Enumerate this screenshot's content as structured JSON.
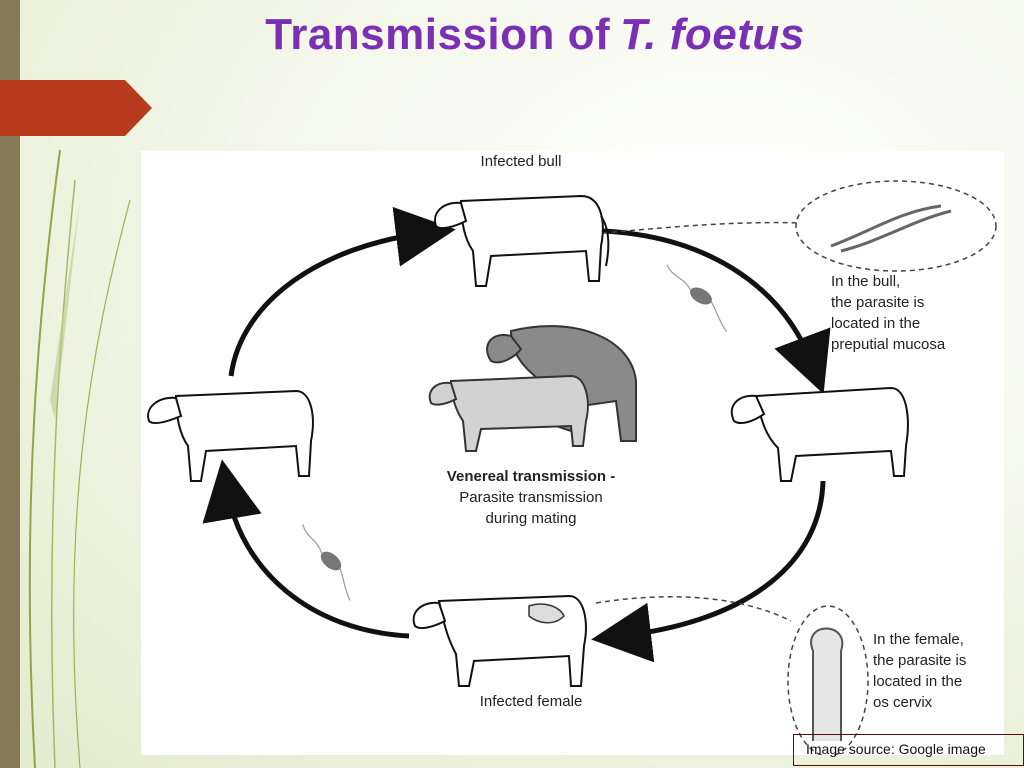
{
  "slide": {
    "title_main": "Transmission of",
    "title_italic": "T. foetus",
    "source": "Image source: Google image"
  },
  "diagram": {
    "infected_bull_label": "Infected bull",
    "bull_note_line1": "In the bull,",
    "bull_note_line2": "the parasite is",
    "bull_note_line3": "located in the",
    "bull_note_line4": "preputial mucosa",
    "center_line1": "Venereal transmission -",
    "center_line2": "Parasite transmission",
    "center_line3": "during mating",
    "infected_female_label": "Infected female",
    "female_note_line1": "In the female,",
    "female_note_line2": "the parasite is",
    "female_note_line3": "located in the",
    "female_note_line4": "os cervix"
  },
  "colors": {
    "title": "#7a2fb5",
    "left_bar": "#857a55",
    "accent_tab": "#b83a1c",
    "source_border": "#5a0f0f"
  }
}
